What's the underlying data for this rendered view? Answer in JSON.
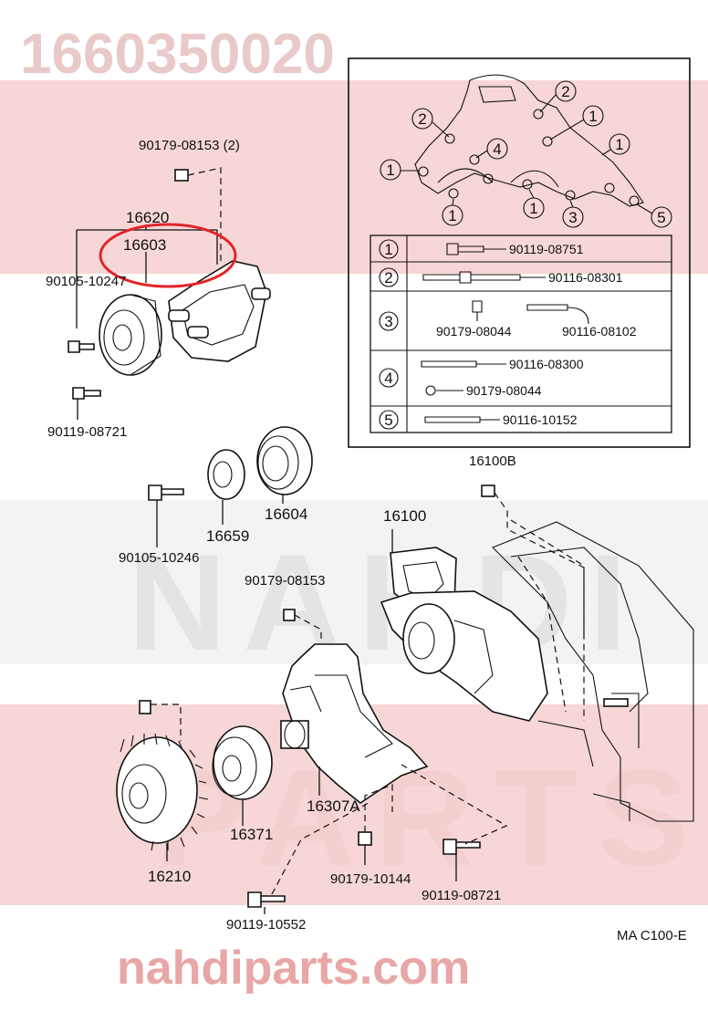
{
  "watermark": {
    "part_code": "1660350020",
    "brand_big": "NAHDI",
    "brand_big2": "PARTS",
    "site": "nahdiparts.com"
  },
  "reference": "MA  C100-E",
  "labels": {
    "l_90179_08153_2": "90179-08153 (2)",
    "l_16620": "16620",
    "l_16603": "16603",
    "l_90105_10247": "90105-10247",
    "l_90119_08721_a": "90119-08721",
    "l_16659": "16659",
    "l_16604": "16604",
    "l_90105_10246": "90105-10246",
    "l_16100B": "16100B",
    "l_16100": "16100",
    "l_90179_08153": "90179-08153",
    "l_16307A": "16307A",
    "l_16371": "16371",
    "l_16210": "16210",
    "l_90179_10144": "90179-10144",
    "l_90119_08721_b": "90119-08721",
    "l_90119_10552": "90119-10552"
  },
  "inset": {
    "callouts": [
      "1",
      "2",
      "3",
      "4",
      "5"
    ],
    "legend": [
      {
        "num": "1",
        "parts": [
          "90119-08751"
        ]
      },
      {
        "num": "2",
        "parts": [
          "90116-08301"
        ]
      },
      {
        "num": "3",
        "parts": [
          "90179-08044",
          "90116-08102"
        ]
      },
      {
        "num": "4",
        "parts": [
          "90116-08300",
          "90179-08044"
        ]
      },
      {
        "num": "5",
        "parts": [
          "90116-10152"
        ]
      }
    ]
  },
  "highlight_color": "#e0262a"
}
